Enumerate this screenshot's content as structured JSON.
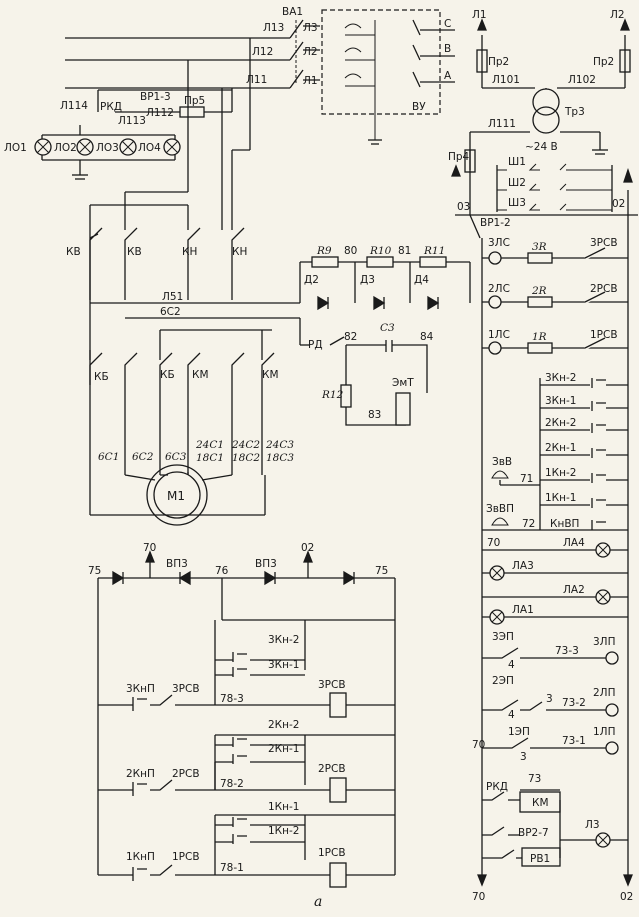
{
  "caption": "а",
  "top": {
    "lines": [
      "Л13",
      "Л12",
      "Л11"
    ],
    "switch": "ВА1",
    "vu_phases": [
      "С",
      "В",
      "А"
    ],
    "vu": "ВУ",
    "vu_terms": [
      "Л3",
      "Л2",
      "Л1"
    ],
    "left_circuit": {
      "l114": "Л114",
      "rkd": "РКД",
      "vr13": "ВР1-3",
      "l113": "Л113",
      "l112": "Л112",
      "pr5": "Пр5"
    },
    "lamps": [
      "ЛО1",
      "ЛО2",
      "ЛО3",
      "ЛО4"
    ]
  },
  "transformer": {
    "l1": "Л1",
    "l2": "Л2",
    "pr2a": "Пр2",
    "pr2b": "Пр2",
    "l101": "Л101",
    "l102": "Л102",
    "tr": "Тр3",
    "l111": "Л111",
    "v": "~24 В",
    "pr4": "Пр4"
  },
  "sockets": [
    "Ш1",
    "Ш2",
    "Ш3"
  ],
  "bus": {
    "n03": "03",
    "n02a": "02",
    "vr12": "ВР1-2",
    "n70": "70",
    "n02b": "02"
  },
  "power": {
    "kv1": "КВ",
    "kv2": "КВ",
    "kn1": "КН",
    "kn2": "КН",
    "l51": "Л51",
    "c2": "6С2",
    "kb1": "КБ",
    "kb2": "КБ",
    "km1": "КМ",
    "km2": "КМ",
    "t1": "6С1",
    "t2": "6С2",
    "t3": "6С3",
    "t4a": "24С1",
    "t4b": "18С1",
    "t5a": "24С2",
    "t5b": "18С2",
    "t6a": "24С3",
    "t6b": "18С3",
    "motor": "М1"
  },
  "brake": {
    "r9": "R9",
    "r10": "R10",
    "r11": "R11",
    "n80": "80",
    "n81": "81",
    "d2": "Д2",
    "d3": "Д3",
    "d4": "Д4",
    "rd": "РД",
    "n82": "82",
    "c3": "С3",
    "n84": "84",
    "r12": "R12",
    "n83": "83",
    "emt": "ЭмТ"
  },
  "right": {
    "rows": [
      {
        "lamp": "3ЛС",
        "res": "3R",
        "relay": "3РСВ"
      },
      {
        "lamp": "2ЛС",
        "res": "2R",
        "relay": "2РСВ"
      },
      {
        "lamp": "1ЛС",
        "res": "1R",
        "relay": "1РСВ"
      }
    ],
    "buttons": [
      "3Кн-2",
      "3Кн-1",
      "2Кн-2",
      "2Кн-1",
      "1Кн-2",
      "1Кн-1"
    ],
    "zvv": "ЗвВ",
    "n71": "71",
    "zvvp": "ЗвВП",
    "n72": "72",
    "knvp": "КнВП",
    "la": [
      "ЛА4",
      "ЛА3",
      "ЛА2",
      "ЛА1"
    ],
    "n70": "70",
    "ep": [
      {
        "sw": "3ЭП",
        "n": "4",
        "node": "73-3",
        "lamp": "3ЛП"
      },
      {
        "sw": "2ЭП",
        "n": "4",
        "n3": "3",
        "node": "73-2",
        "lamp": "2ЛП"
      },
      {
        "sw": "1ЭП",
        "n": "3",
        "node": "73-1",
        "lamp": "1ЛП"
      }
    ],
    "rkd": "РКД",
    "n73": "73",
    "km": "КМ",
    "vr27": "ВР2-7",
    "rv1": "РВ1",
    "l3": "Л3",
    "bot70": "70",
    "bot02": "02"
  },
  "bottom": {
    "n75a": "75",
    "n70": "70",
    "vp3a": "ВП3",
    "n76": "76",
    "vp3b": "ВП3",
    "n02": "02",
    "n75b": "75",
    "groups": [
      {
        "b1": "3Кн-2",
        "b2": "3Кн-1",
        "knp": "3КнП",
        "rsv": "3РСВ",
        "node": "78-3",
        "coil": "3РСВ"
      },
      {
        "b1": "2Кн-2",
        "b2": "2Кн-1",
        "knp": "2КнП",
        "rsv": "2РСВ",
        "node": "78-2",
        "coil": "2РСВ"
      },
      {
        "b1": "1Кн-1",
        "b2": "1Кн-2",
        "knp": "1КнП",
        "rsv": "1РСВ",
        "node": "78-1",
        "coil": "1РСВ"
      }
    ]
  }
}
